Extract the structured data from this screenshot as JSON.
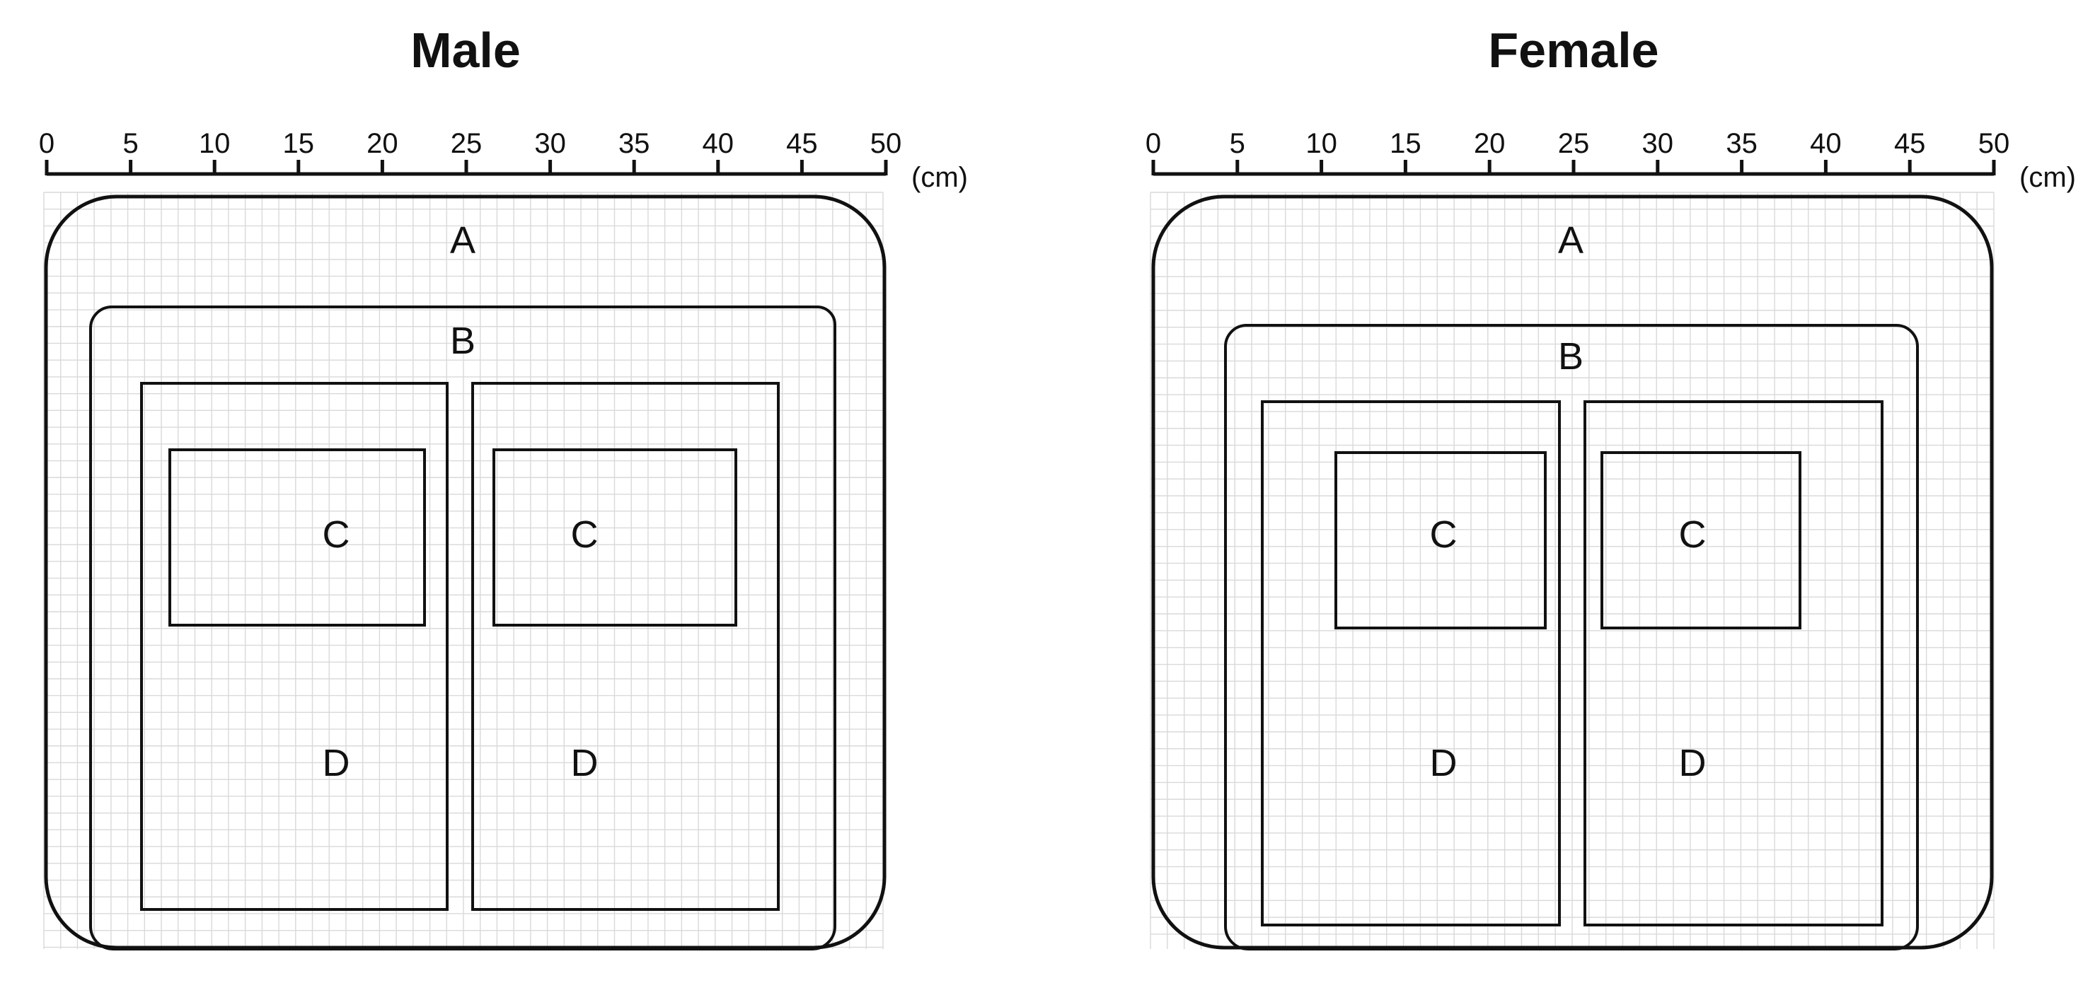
{
  "axis": {
    "unit": "(cm)",
    "ticks": [
      0,
      5,
      10,
      15,
      20,
      25,
      30,
      35,
      40,
      45,
      50
    ],
    "tick_labels": [
      "0",
      "5",
      "10",
      "15",
      "20",
      "25",
      "30",
      "35",
      "40",
      "45",
      "50"
    ],
    "range": [
      0,
      50
    ],
    "grid_step": 1
  },
  "panels": [
    {
      "title": "Male",
      "regions": [
        {
          "label": "A"
        },
        {
          "label": "B"
        },
        {
          "label": "C"
        },
        {
          "label": "C"
        },
        {
          "label": "D"
        },
        {
          "label": "D"
        }
      ]
    },
    {
      "title": "Female",
      "regions": [
        {
          "label": "A"
        },
        {
          "label": "B"
        },
        {
          "label": "C"
        },
        {
          "label": "C"
        },
        {
          "label": "D"
        },
        {
          "label": "D"
        }
      ]
    }
  ]
}
